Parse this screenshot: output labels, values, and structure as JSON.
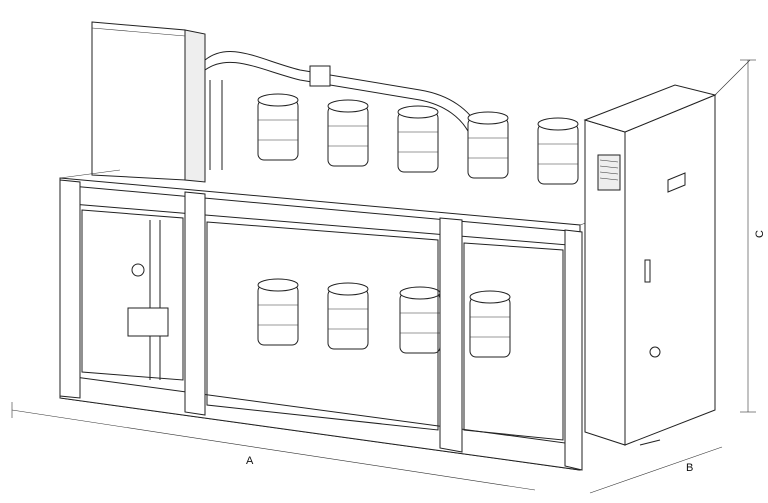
{
  "dimensions": {
    "length_label": "A",
    "depth_label": "B",
    "height_label": "C"
  },
  "drawing": {
    "compressors_upper": 5,
    "compressors_lower": 4
  }
}
